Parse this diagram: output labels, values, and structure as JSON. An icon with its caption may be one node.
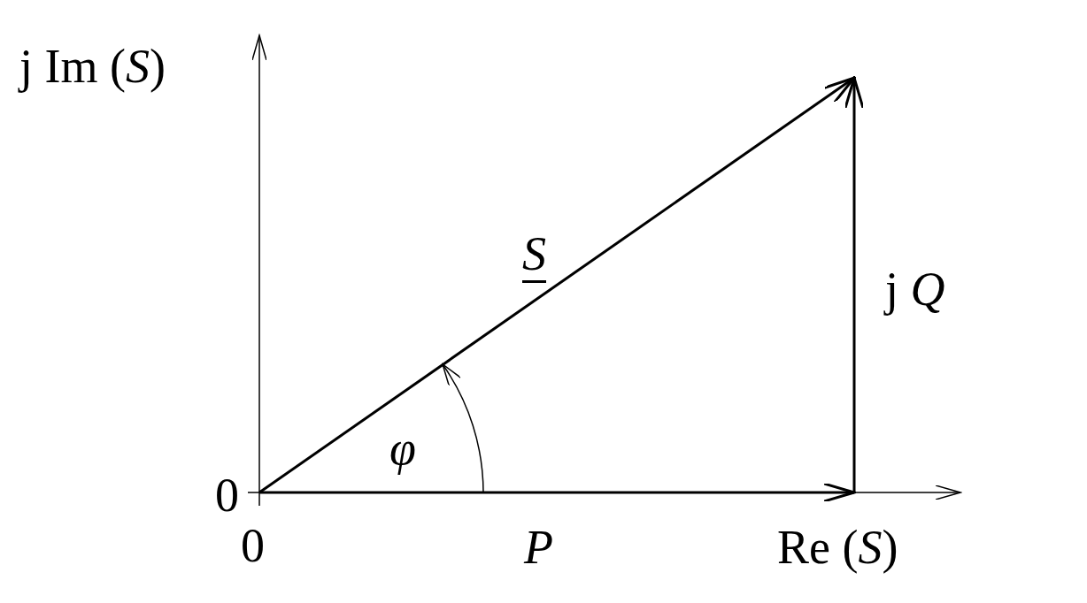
{
  "diagram": {
    "labels": [
      "j Im (*S*)",
      "0",
      "0",
      "S",
      "j *Q*",
      "φ",
      "P",
      "Re (*S*)"
    ]
  }
}
